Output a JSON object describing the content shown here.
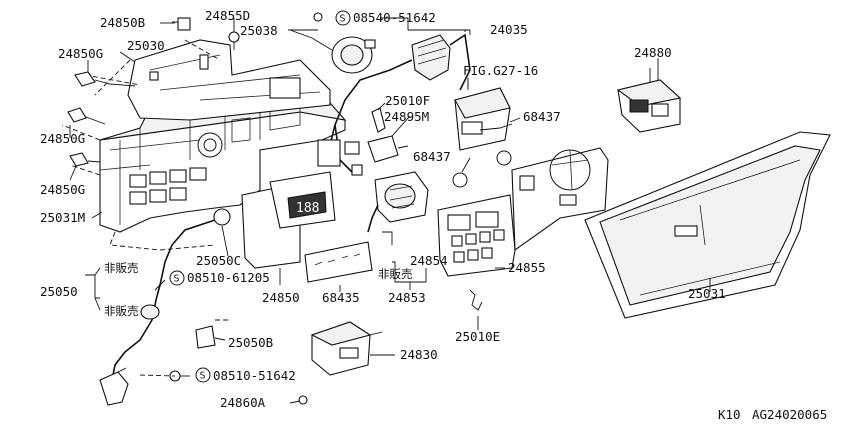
{
  "labels": {
    "p24850B": "24850B",
    "p24855D": "24855D",
    "p25038": "25038",
    "screw1": "08540-51642",
    "p24035": "24035",
    "p24850G_1": "24850G",
    "p25030": "25030",
    "fig": "FIG.G27-16",
    "p24880": "24880",
    "p25010F": "25010F",
    "p24895M": "24895M",
    "p68437_1": "68437",
    "p24850G_2": "24850G",
    "p68437_2": "68437",
    "p24850G_3": "24850G",
    "p25031M": "25031M",
    "p25050C": "25050C",
    "p25050": "25050",
    "nonsale1": "非販売",
    "screw2": "08510-61205",
    "nonsale2": "非販売",
    "p24850": "24850",
    "p68435": "68435",
    "p24854": "24854",
    "nonsale3": "非販売",
    "p24853": "24853",
    "p24855": "24855",
    "p25031": "25031",
    "p25010E": "25010E",
    "p25050B": "25050B",
    "p24830": "24830",
    "screw3": "08510-51642",
    "p24860A": "24860A",
    "digits": "188"
  },
  "symbols": {
    "screw": "S"
  },
  "footer": {
    "model": "K10",
    "code": "AG24020065"
  }
}
